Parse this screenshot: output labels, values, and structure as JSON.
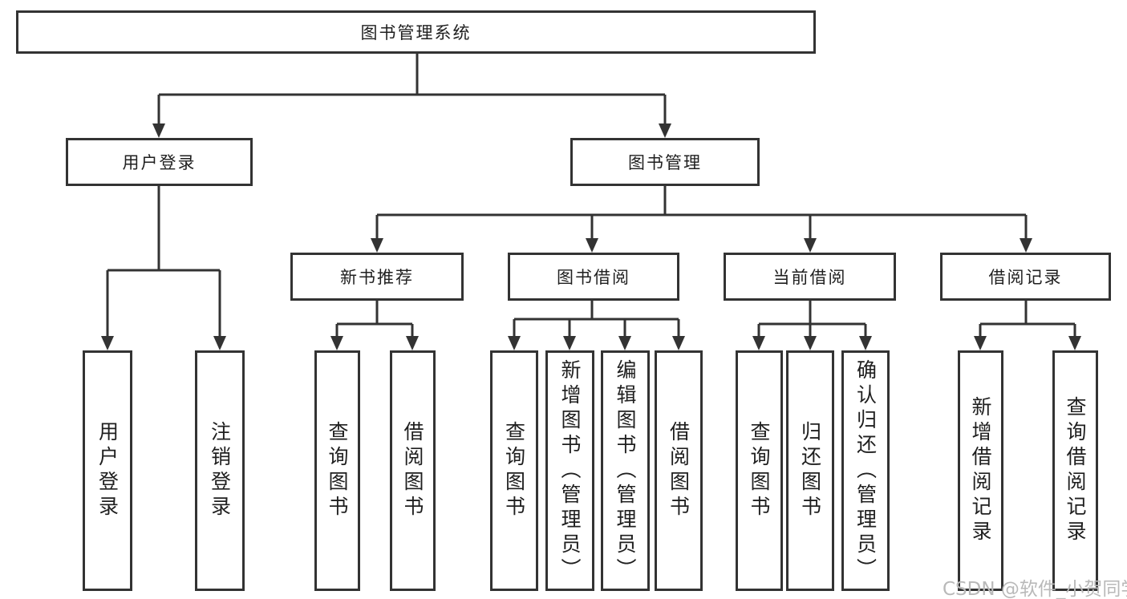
{
  "tree": {
    "root_label": "图书管理系统",
    "level2": [
      {
        "label": "用户登录",
        "children": [
          {
            "label": "用户登录"
          },
          {
            "label": "注销登录"
          }
        ]
      },
      {
        "label": "图书管理",
        "children": [
          {
            "label": "新书推荐",
            "children": [
              {
                "label": "查询图书"
              },
              {
                "label": "借阅图书"
              }
            ]
          },
          {
            "label": "图书借阅",
            "children": [
              {
                "label": "查询图书"
              },
              {
                "label": "新增图书（管理员）"
              },
              {
                "label": "编辑图书（管理员）"
              },
              {
                "label": "借阅图书"
              }
            ]
          },
          {
            "label": "当前借阅",
            "children": [
              {
                "label": "查询图书"
              },
              {
                "label": "归还图书"
              },
              {
                "label": "确认归还（管理员）"
              }
            ]
          },
          {
            "label": "借阅记录",
            "children": [
              {
                "label": "新增借阅记录"
              },
              {
                "label": "查询借阅记录"
              }
            ]
          }
        ]
      }
    ]
  },
  "watermark": {
    "text": "CSDN @软件_小贺同学"
  },
  "colors": {
    "line": "#333333",
    "box_border": "#333333",
    "text": "#1f1f1f",
    "background": "#ffffff",
    "watermark": "#b9b9b9"
  }
}
